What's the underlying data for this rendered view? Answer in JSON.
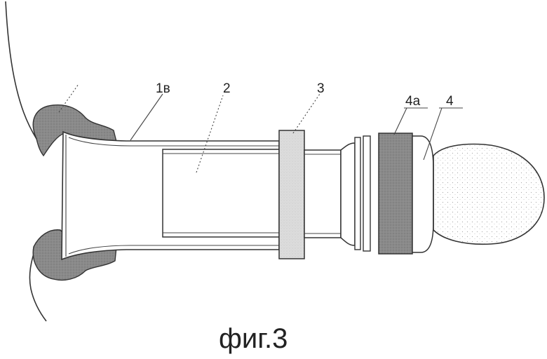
{
  "labels": {
    "part_1v": "1в",
    "part_2": "2",
    "part_3": "3",
    "part_4a": "4а",
    "part_4": "4"
  },
  "caption": "фиг.3",
  "colors": {
    "dark_fill": "#8c8c8c",
    "light_fill": "#d9d9d9",
    "line": "#333333",
    "stipple": "#b5b5b5"
  }
}
